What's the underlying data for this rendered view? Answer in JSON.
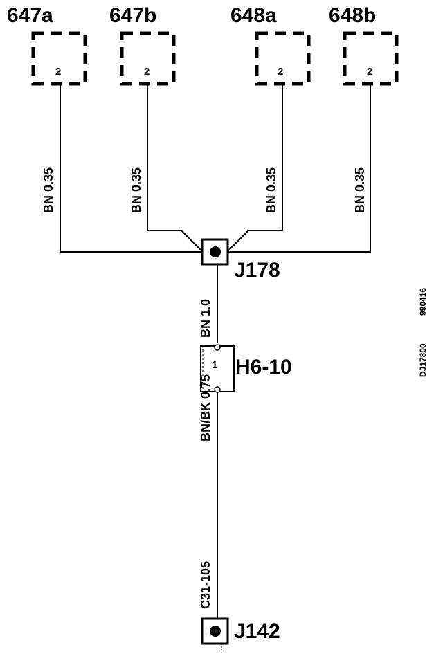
{
  "connectors": [
    {
      "id": "647a",
      "pin": "2",
      "wire_label": "BN 0.35"
    },
    {
      "id": "647b",
      "pin": "2",
      "wire_label": "BN 0.35"
    },
    {
      "id": "648a",
      "pin": "2",
      "wire_label": "BN 0.35"
    },
    {
      "id": "648b",
      "pin": "2",
      "wire_label": "BN 0.35"
    }
  ],
  "splice_top": {
    "label": "J178"
  },
  "wire_main": {
    "label": "BN 1.0"
  },
  "fuse": {
    "label": "H6-10",
    "pin": "1"
  },
  "wire_lower": {
    "label": "BN/BK 0.75"
  },
  "wire_bottom": {
    "label": "C31-105"
  },
  "splice_bottom": {
    "label": "J142"
  },
  "ref": {
    "code": "DJ17800",
    "date": "990416"
  },
  "colors": {
    "ink": "#000000",
    "background": "#ffffff"
  }
}
